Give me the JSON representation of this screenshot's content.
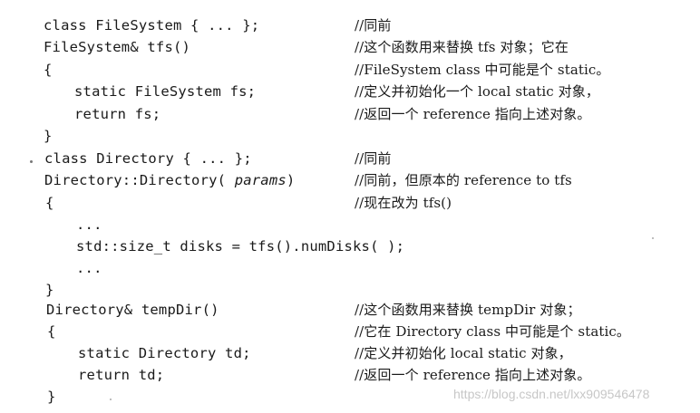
{
  "lines": [
    {
      "code_pre": "class FileSystem { ... };",
      "code_it": "",
      "code_post": "",
      "comment": "//同前"
    },
    {
      "code_pre": "FileSystem& tfs()",
      "code_it": "",
      "code_post": "",
      "comment": "//这个函数用来替换 tfs 对象；它在"
    },
    {
      "code_pre": "{",
      "code_it": "",
      "code_post": "",
      "comment": "//FileSystem class 中可能是个 static。"
    },
    {
      "code_pre": "  static FileSystem fs;",
      "code_it": "",
      "code_post": "",
      "comment": "//定义并初始化一个 local static 对象，"
    },
    {
      "code_pre": "  return fs;",
      "code_it": "",
      "code_post": "",
      "comment": "//返回一个 reference 指向上述对象。"
    },
    {
      "code_pre": "}",
      "code_it": "",
      "code_post": "",
      "comment": ""
    },
    {
      "code_pre": "class Directory { ... };",
      "code_it": "",
      "code_post": "",
      "comment": "//同前"
    },
    {
      "code_pre": "Directory::Directory( ",
      "code_it": "params",
      "code_post": " )",
      "comment": "//同前，但原本的 reference to tfs"
    },
    {
      "code_pre": "{",
      "code_it": "",
      "code_post": "",
      "comment": "//现在改为 tfs()"
    },
    {
      "code_pre": "  ...",
      "code_it": "",
      "code_post": "",
      "comment": ""
    },
    {
      "code_pre": "  std::size_t disks = tfs().numDisks( );",
      "code_it": "",
      "code_post": "",
      "comment": ""
    },
    {
      "code_pre": "  ...",
      "code_it": "",
      "code_post": "",
      "comment": ""
    },
    {
      "code_pre": "}",
      "code_it": "",
      "code_post": "",
      "comment": ""
    },
    {
      "code_pre": "Directory& tempDir()",
      "code_it": "",
      "code_post": "",
      "comment": "//这个函数用来替换 tempDir 对象；"
    },
    {
      "code_pre": "{",
      "code_it": "",
      "code_post": "",
      "comment": "//它在 Directory class 中可能是个 static。"
    },
    {
      "code_pre": "  static Directory td;",
      "code_it": "",
      "code_post": "",
      "comment": "//定义并初始化 local static 对象，"
    },
    {
      "code_pre": "  return td;",
      "code_it": "",
      "code_post": "",
      "comment": "//返回一个 reference 指向上述对象。"
    },
    {
      "code_pre": "}",
      "code_it": "",
      "code_post": "",
      "comment": ""
    }
  ],
  "watermark": "https://blog.csdn.net/lxx909546478"
}
